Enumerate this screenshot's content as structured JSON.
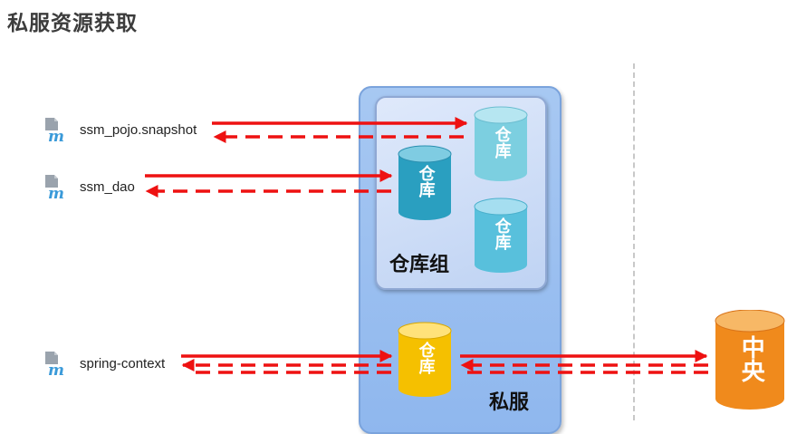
{
  "title": "私服资源获取",
  "modules": [
    {
      "label": "ssm_pojo.snapshot"
    },
    {
      "label": "ssm_dao"
    },
    {
      "label": "spring-context"
    }
  ],
  "server": {
    "label": "私服"
  },
  "group": {
    "label": "仓库组"
  },
  "repositories": [
    {
      "label": "仓库",
      "color": "#7ccfe0"
    },
    {
      "label": "仓库",
      "color": "#2a9fc0"
    },
    {
      "label": "仓库",
      "color": "#58c0dc"
    },
    {
      "label": "仓库",
      "color": "#f5c000"
    }
  ],
  "central": {
    "label": "中央",
    "color": "#f08a1c"
  },
  "colors": {
    "arrow": "#ee1111",
    "server": "#9fc2f0",
    "group": "#cfdef7",
    "divider": "#c8c8c8"
  }
}
